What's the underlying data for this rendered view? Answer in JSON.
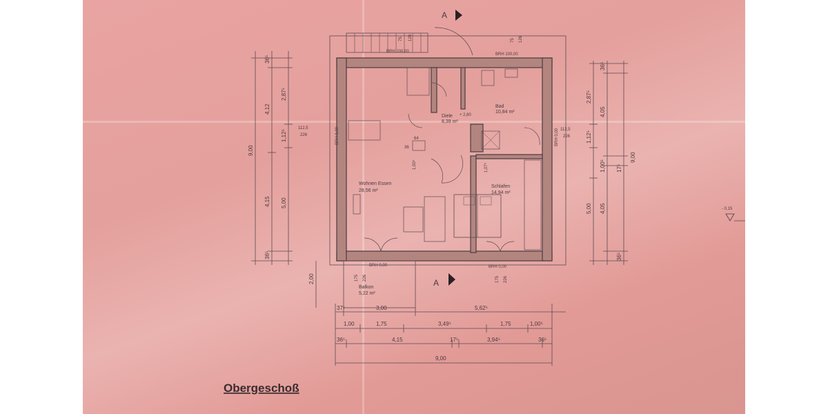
{
  "sheet_title": "Obergeschoß",
  "section_marker": "A",
  "rooms": {
    "wohnen": {
      "name": "Wohnen Essen",
      "area": "28,56 m²"
    },
    "diele": {
      "name": "Diele",
      "area": "8,39 m²"
    },
    "bad": {
      "name": "Bad",
      "area": "10,84 m²"
    },
    "schlafen": {
      "name": "Schlafen",
      "area": "14,94 m²"
    },
    "balkon": {
      "name": "Balkon",
      "area": "5,22 m²"
    }
  },
  "labels": {
    "brh_100_left": "BRH 100,00",
    "brh_100_right": "BRH 100,00",
    "brh_000_bottom_left": "BRH 0,00",
    "brh_000_bottom_right": "BRH 0,00",
    "brh_000_side_left": "BRH 0,00",
    "brh_000_side_right": "BRH 0,00",
    "level_diele": "+ 2,80",
    "level_right": "- 0,15",
    "size_64": "64",
    "size_36": "36",
    "size_1005_left": "1,00⁵",
    "size_1075": "1,07⁵",
    "size_75": "75",
    "size_128": "128",
    "size_75_b": "75",
    "size_126": "126",
    "win_1125_left": "112,5",
    "win_226_left": "226",
    "win_1125_right": "112,5",
    "win_226_right": "226",
    "bottom_175_a": "175",
    "bottom_226_a": "226",
    "bottom_175_b": "175",
    "bottom_226_b": "226",
    "balkon_depth": "2,00"
  },
  "dims_bottom": {
    "row1": [
      "37⁵",
      "3,00",
      "5,62⁵"
    ],
    "row2": [
      "1,00",
      "1,75",
      "3,49⁵",
      "1,75",
      "1,00⁵"
    ],
    "row3": [
      "36⁵",
      "4,15",
      "17⁵",
      "3,94⁵",
      "36⁵"
    ],
    "row4": [
      "9,00"
    ]
  },
  "dims_left": {
    "total": "9,00",
    "a": [
      "36⁵",
      "4,12",
      "4,15",
      "36⁵"
    ],
    "b": [
      "2,87⁵",
      "1,12⁵",
      "5,00"
    ]
  },
  "dims_right": {
    "total": "9,00",
    "a": [
      "36⁵",
      "4,05",
      "17⁵",
      "4,05",
      "36⁵"
    ],
    "b": [
      "2,87⁵",
      "1,12⁵",
      "1,00⁵",
      "5,00"
    ]
  }
}
